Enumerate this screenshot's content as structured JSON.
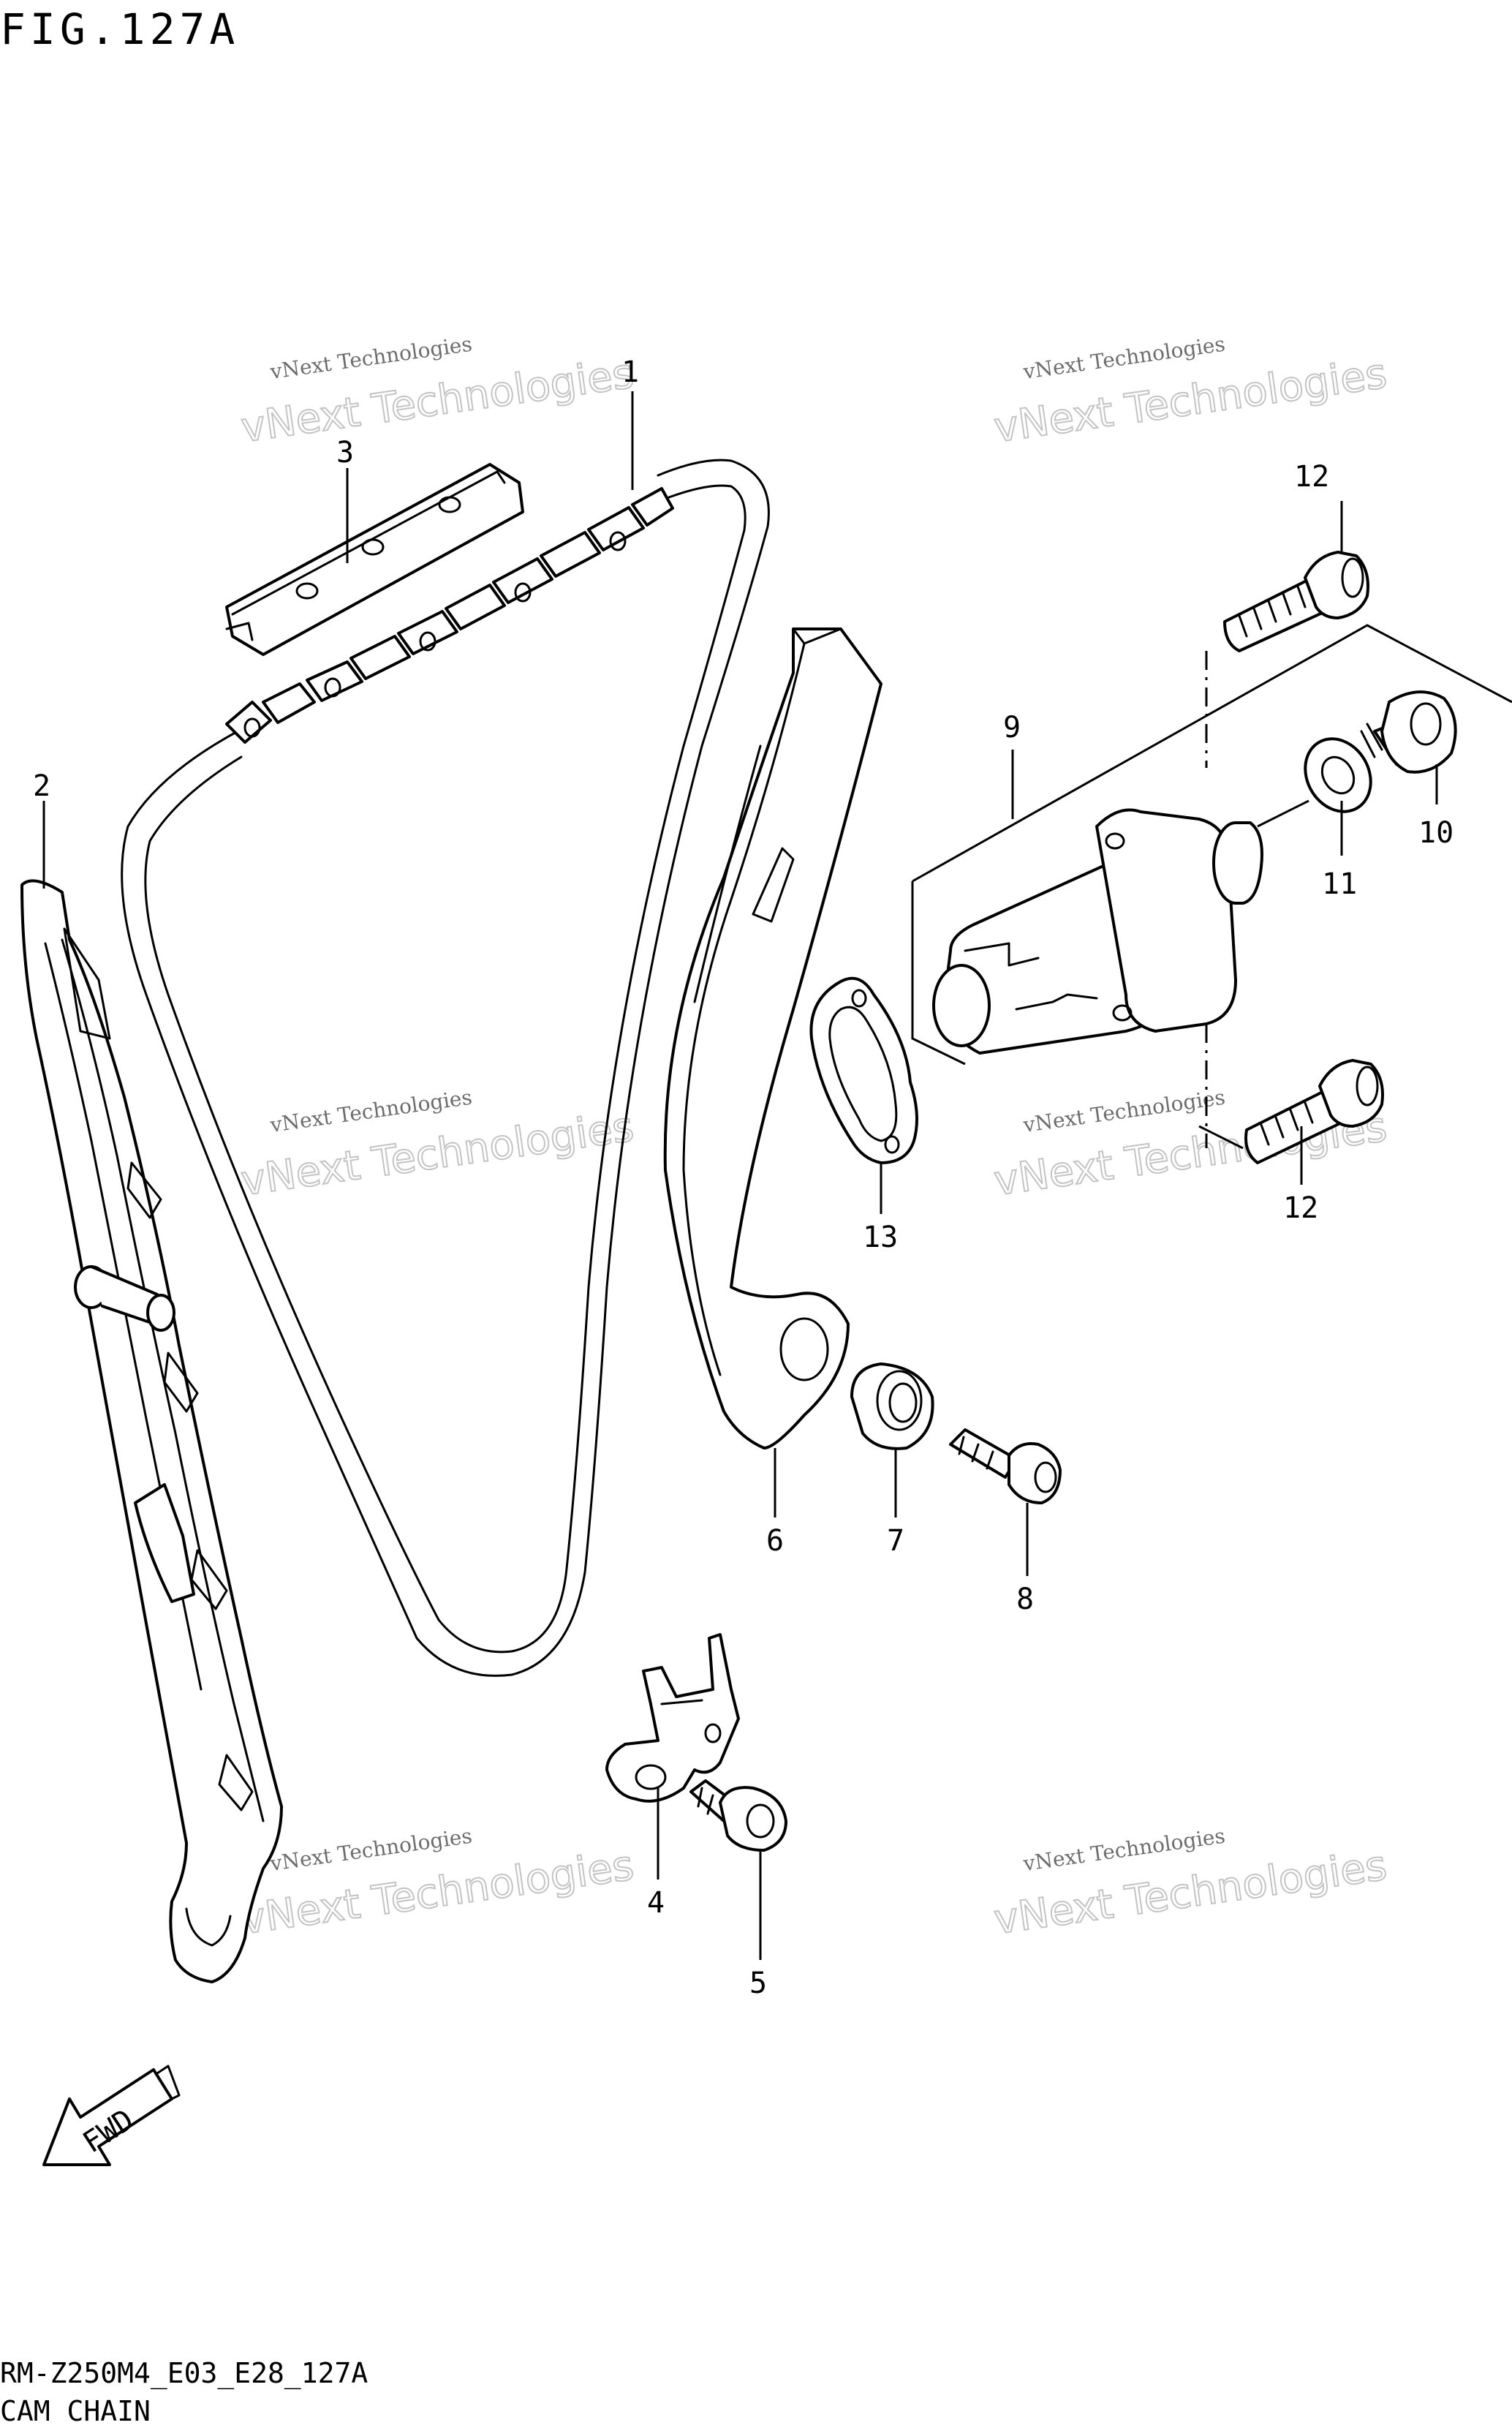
{
  "figure": {
    "title": "FIG.127A",
    "code": "RM-Z250M4_E03_E28_127A",
    "caption": "CAM CHAIN"
  },
  "callouts": {
    "c1": "1",
    "c2": "2",
    "c3": "3",
    "c4": "4",
    "c5": "5",
    "c6": "6",
    "c7": "7",
    "c8": "8",
    "c9": "9",
    "c10": "10",
    "c11": "11",
    "c12a": "12",
    "c12b": "12",
    "c13": "13"
  },
  "fwd_label": "FWD",
  "watermark": {
    "line1": "vNext Technologies",
    "line2": "vNext Technologies"
  }
}
